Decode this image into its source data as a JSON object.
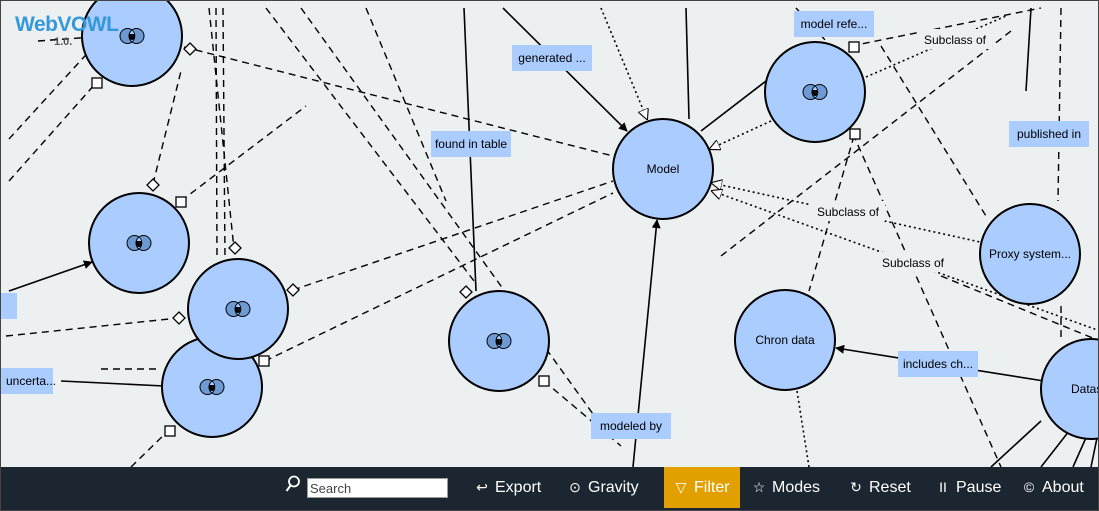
{
  "app": {
    "logo": "WebVOWL",
    "version": "1.0."
  },
  "graph": {
    "nodes": [
      {
        "id": "model",
        "label": "Model"
      },
      {
        "id": "chron-data",
        "label": "Chron data"
      },
      {
        "id": "proxy-system",
        "label": "Proxy system..."
      },
      {
        "id": "datas",
        "label": "Datas"
      },
      {
        "id": "intersection-top-left",
        "label": ""
      },
      {
        "id": "intersection-top-right",
        "label": ""
      },
      {
        "id": "intersection-left",
        "label": ""
      },
      {
        "id": "intersection-mid-left",
        "label": ""
      },
      {
        "id": "intersection-low-left",
        "label": ""
      },
      {
        "id": "intersection-center",
        "label": ""
      }
    ],
    "property_labels": {
      "generated": "generated ...",
      "model_refe": "model refe...",
      "found_in_table": "found in table",
      "published_in": "published in",
      "modeled_by": "modeled by",
      "includes_ch": "includes ch...",
      "uncerta": "uncerta...",
      "subclass_1": "Subclass of",
      "subclass_2": "Subclass of",
      "subclass_3": "Subclass of"
    },
    "colors": {
      "canvas": "#ecf0f1",
      "class_fill": "#aaccff",
      "property_fill": "#aaccff",
      "menu_bg": "#1b2631",
      "active_menu": "#e29f00"
    }
  },
  "menu": {
    "search_placeholder": "Search",
    "export": "Export",
    "gravity": "Gravity",
    "filter": "Filter",
    "modes": "Modes",
    "reset": "Reset",
    "pause": "Pause",
    "about": "About",
    "icons": {
      "search": "search-icon",
      "export": "export-icon",
      "gravity": "gravity-icon",
      "filter": "filter-icon",
      "modes": "star-icon",
      "reset": "reset-icon",
      "pause": "pause-icon",
      "about": "copyright-icon"
    }
  }
}
